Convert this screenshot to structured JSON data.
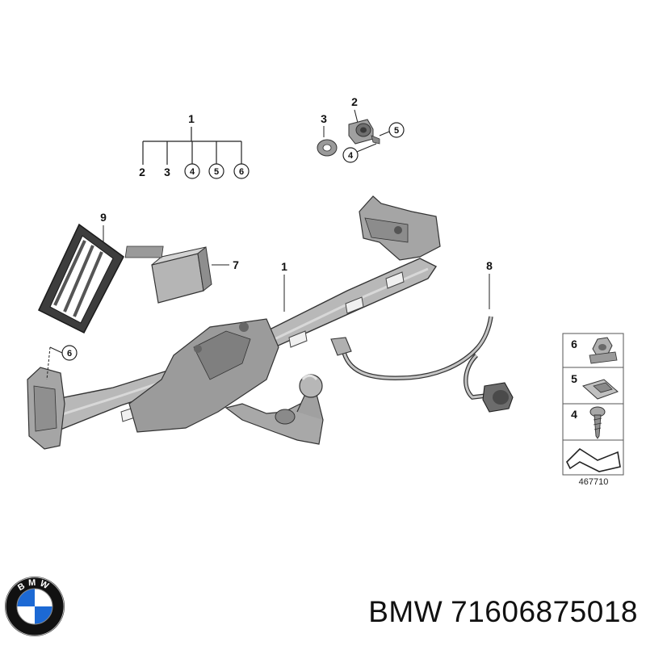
{
  "diagram": {
    "callouts": {
      "tree_top": "1",
      "tree_items": [
        "2",
        "3",
        "4",
        "5",
        "6"
      ],
      "top_right": {
        "nut": "2",
        "washer": "3",
        "screw": "4",
        "clip": "5"
      },
      "cover": "9",
      "module": "7",
      "bar": "1",
      "harness": "8",
      "left_nut": "6"
    },
    "legend": {
      "items": [
        {
          "num": "6",
          "icon": "nut-icon"
        },
        {
          "num": "5",
          "icon": "clip-icon"
        },
        {
          "num": "4",
          "icon": "screw-icon"
        }
      ],
      "reference": "467710"
    }
  },
  "brand": {
    "logo_letters": "BMW",
    "name": "BMW",
    "part_number": "71606875018",
    "colors": {
      "blue": "#1c69d4",
      "ring": "#111111",
      "white": "#ffffff"
    }
  },
  "colors": {
    "part_fill": "#a9a9a9",
    "part_dark": "#6f6f6f",
    "part_light": "#cfcfcf",
    "stroke": "#2a2a2a"
  }
}
